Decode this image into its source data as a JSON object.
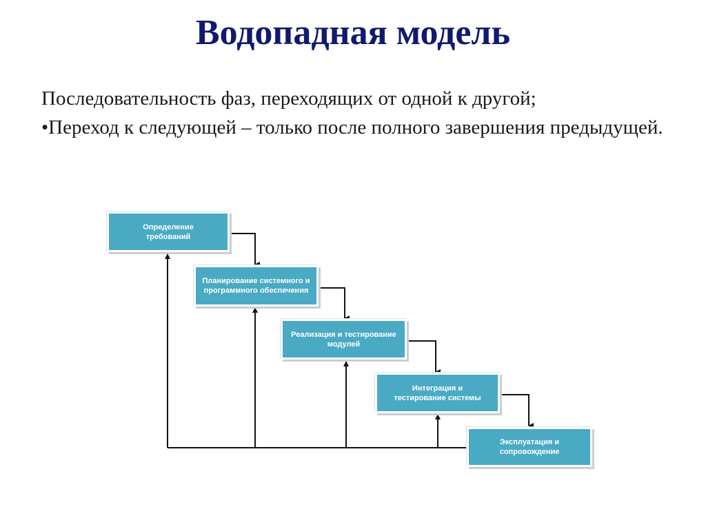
{
  "title": "Водопадная модель",
  "body": {
    "line1": "Последовательность фаз, переходящих от одной к другой;",
    "line2": "•Переход к следующей – только после полного завершения предыдущей."
  },
  "diagram": {
    "phases": [
      {
        "label": "Определение требований"
      },
      {
        "label": "Планирование системного и программного обеспечения"
      },
      {
        "label": "Реализация и тестирование модулей"
      },
      {
        "label": "Интеграция и тестирование системы"
      },
      {
        "label": "Эксплуатация и сопровождение"
      }
    ],
    "box_color": "#4aaac4"
  }
}
